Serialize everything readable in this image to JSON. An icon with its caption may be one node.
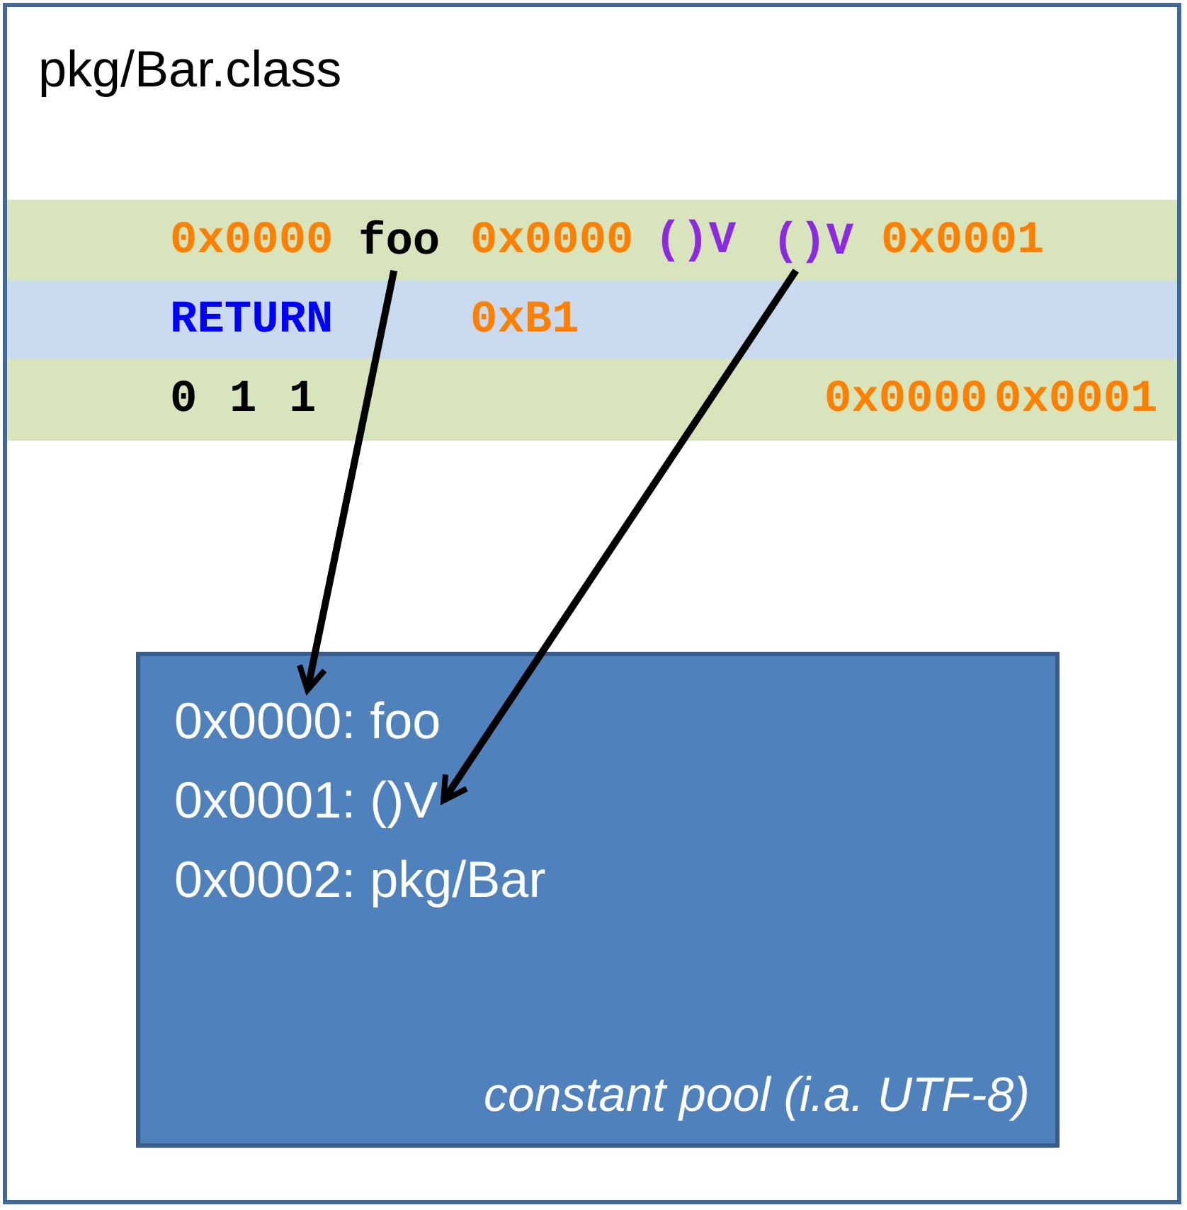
{
  "diagram": {
    "nodes": [
      {
        "text": [
          "pkg/Bar.class"
        ]
      },
      {
        "text": [
          "foo"
        ],
        "in": 0
      },
      {
        "text": [
          "()V"
        ],
        "in": 0
      },
      {
        "text": [
          "constant pool (i.a. UTF-8)"
        ],
        "in": 0
      },
      {
        "text": [
          "0x0000: foo"
        ],
        "in": 3
      },
      {
        "text": [
          "0x0001: ()V"
        ],
        "in": 3
      }
    ],
    "edges": [
      {
        "from": 1,
        "to": 4,
        "arrow": "to"
      },
      {
        "from": 2,
        "to": 5,
        "arrow": "to"
      }
    ],
    "labels": [
      "0x0000",
      "0x0000",
      "()V",
      "0x0001",
      "RETURN",
      "0xB1",
      "0",
      "1",
      "1",
      "0x0000",
      "0x0001",
      "0x0002: pkg/Bar"
    ]
  }
}
